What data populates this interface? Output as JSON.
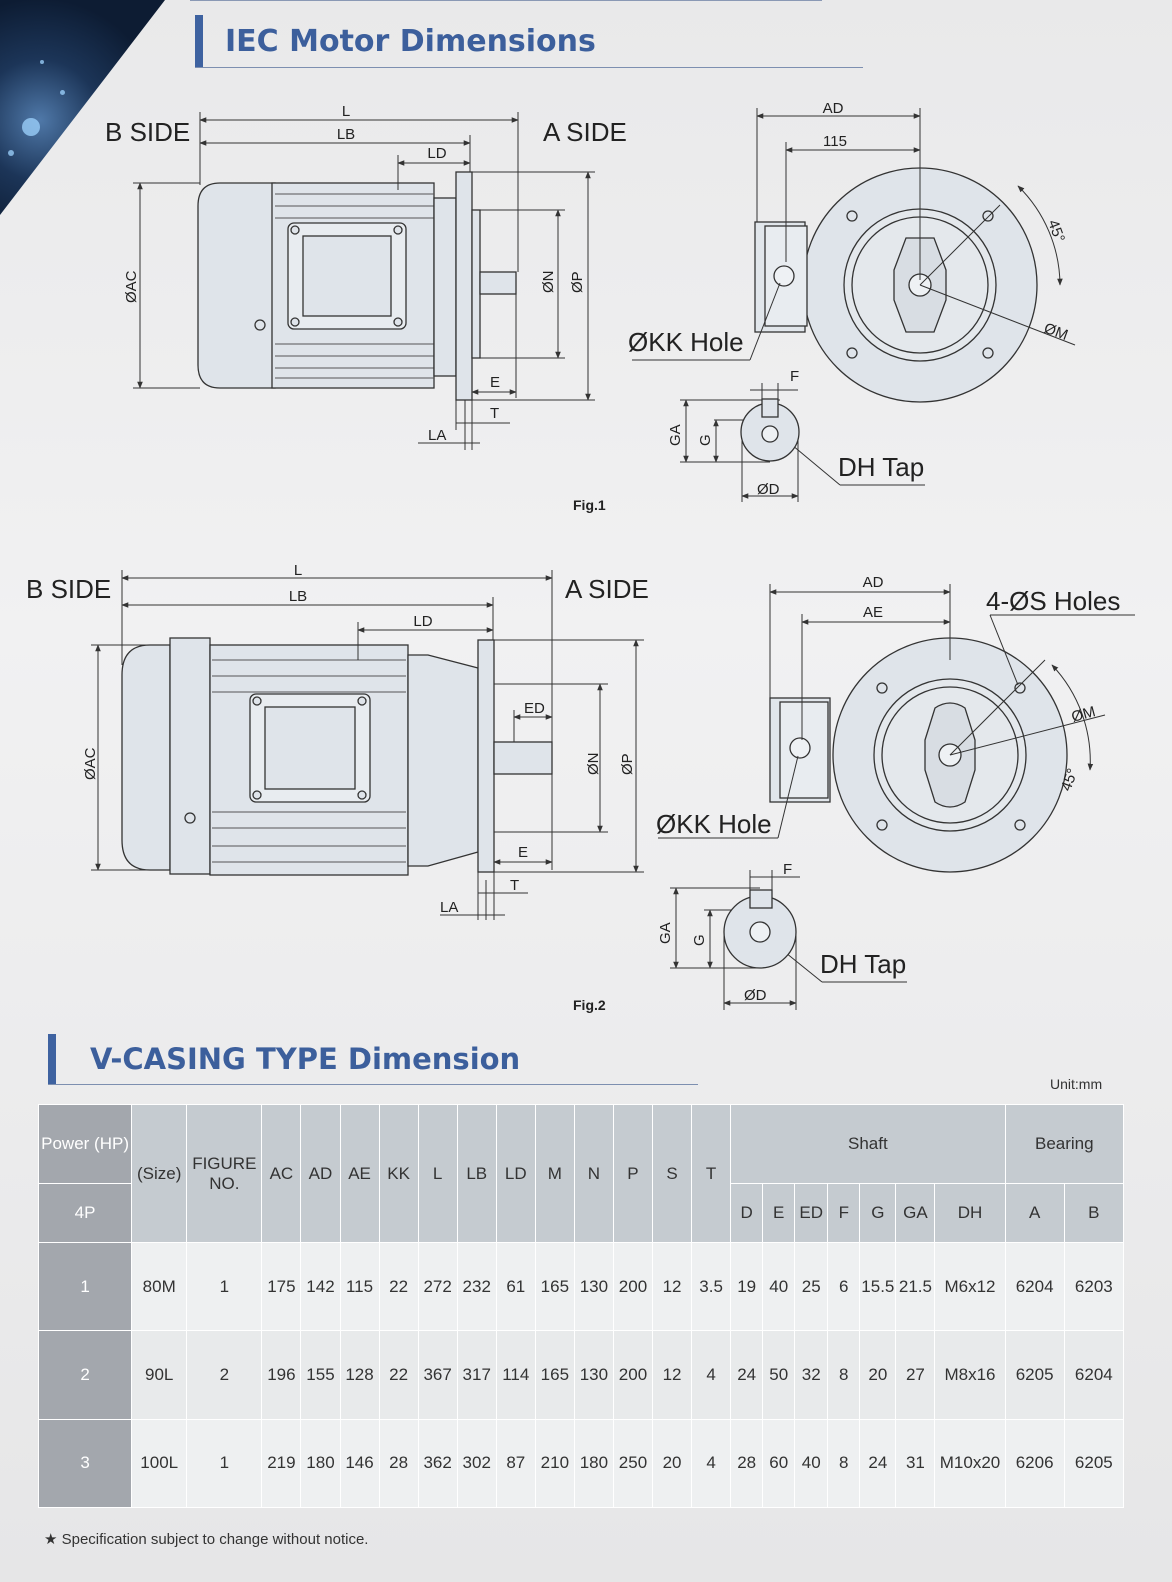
{
  "section1": {
    "title": "IEC Motor Dimensions"
  },
  "fig1": {
    "b_side": "B SIDE",
    "a_side": "A SIDE",
    "L": "L",
    "LB": "LB",
    "LD": "LD",
    "AC": "ØAC",
    "N": "ØN",
    "P": "ØP",
    "E": "E",
    "T": "T",
    "LA": "LA",
    "AD": "AD",
    "dim115": "115",
    "angle": "45°",
    "M": "ØM",
    "kk_hole": "ØKK Hole",
    "F": "F",
    "GA": "GA",
    "G": "G",
    "D": "ØD",
    "dh_tap": "DH Tap",
    "caption": "Fig.1"
  },
  "fig2": {
    "b_side": "B SIDE",
    "a_side": "A SIDE",
    "L": "L",
    "LB": "LB",
    "LD": "LD",
    "ED": "ED",
    "AC": "ØAC",
    "N": "ØN",
    "P": "ØP",
    "E": "E",
    "T": "T",
    "LA": "LA",
    "AD": "AD",
    "AE": "AE",
    "s_holes": "4-ØS Holes",
    "M": "ØM",
    "angle": "45°",
    "kk_hole": "ØKK Hole",
    "F": "F",
    "GA": "GA",
    "G": "G",
    "D": "ØD",
    "dh_tap": "DH Tap",
    "caption": "Fig.2"
  },
  "section2": {
    "title": "V-CASING TYPE Dimension",
    "unit": "Unit:mm"
  },
  "table": {
    "power_hp": "Power (HP)",
    "pole": "4P",
    "size": "(Size)",
    "figure_no": "FIGURE NO.",
    "cols": [
      "AC",
      "AD",
      "AE",
      "KK",
      "L",
      "LB",
      "LD",
      "M",
      "N",
      "P",
      "S",
      "T"
    ],
    "shaft": "Shaft",
    "shaft_cols": [
      "D",
      "E",
      "ED",
      "F",
      "G",
      "GA",
      "DH"
    ],
    "bearing": "Bearing",
    "bearing_cols": [
      "A",
      "B"
    ],
    "rows": [
      [
        "1",
        "80M",
        "1",
        "175",
        "142",
        "115",
        "22",
        "272",
        "232",
        "61",
        "165",
        "130",
        "200",
        "12",
        "3.5",
        "19",
        "40",
        "25",
        "6",
        "15.5",
        "21.5",
        "M6x12",
        "6204",
        "6203"
      ],
      [
        "2",
        "90L",
        "2",
        "196",
        "155",
        "128",
        "22",
        "367",
        "317",
        "114",
        "165",
        "130",
        "200",
        "12",
        "4",
        "24",
        "50",
        "32",
        "8",
        "20",
        "27",
        "M8x16",
        "6205",
        "6204"
      ],
      [
        "3",
        "100L",
        "1",
        "219",
        "180",
        "146",
        "28",
        "362",
        "302",
        "87",
        "210",
        "180",
        "250",
        "20",
        "4",
        "28",
        "60",
        "40",
        "8",
        "24",
        "31",
        "M10x20",
        "6206",
        "6205"
      ]
    ]
  },
  "note": "★ Specification subject to change without notice."
}
